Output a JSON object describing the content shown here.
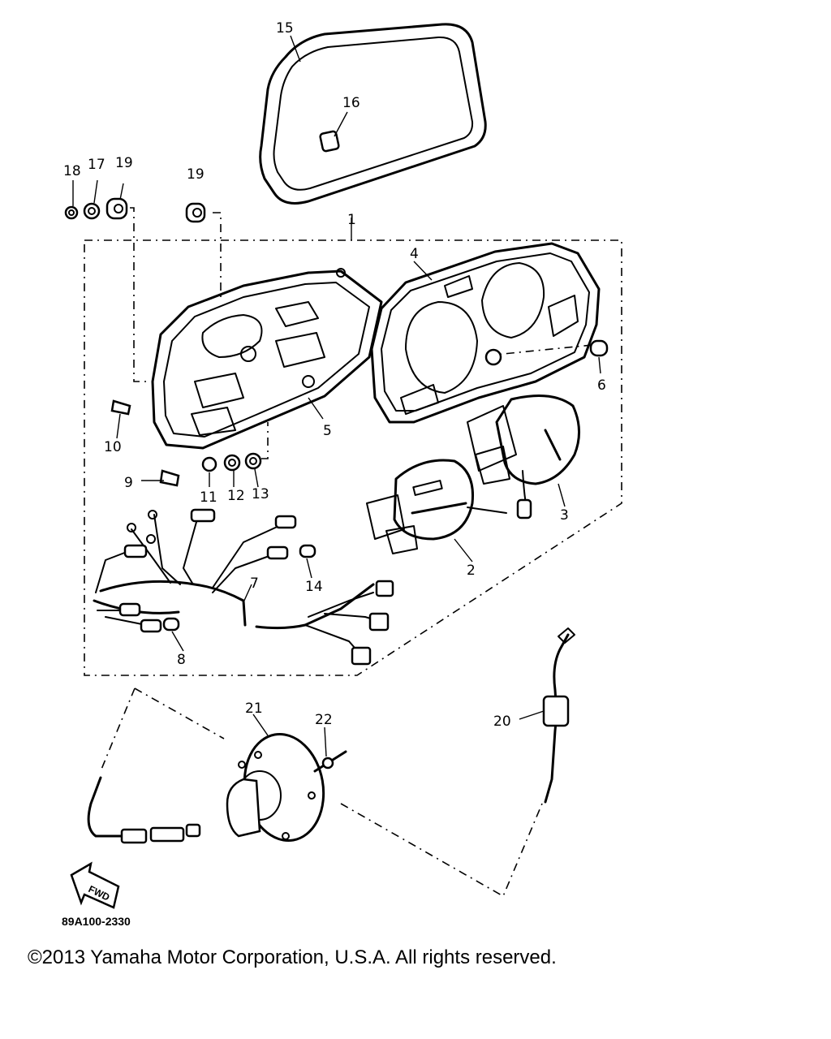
{
  "diagram": {
    "callouts": [
      "1",
      "2",
      "3",
      "4",
      "5",
      "6",
      "7",
      "8",
      "9",
      "10",
      "11",
      "12",
      "13",
      "14",
      "15",
      "16",
      "17",
      "18",
      "19",
      "19",
      "20",
      "21",
      "22"
    ],
    "part_code": "89A100-2330",
    "fwd_label": "FWD"
  },
  "footer": {
    "copyright": "©2013 Yamaha Motor Corporation, U.S.A. All rights reserved."
  }
}
